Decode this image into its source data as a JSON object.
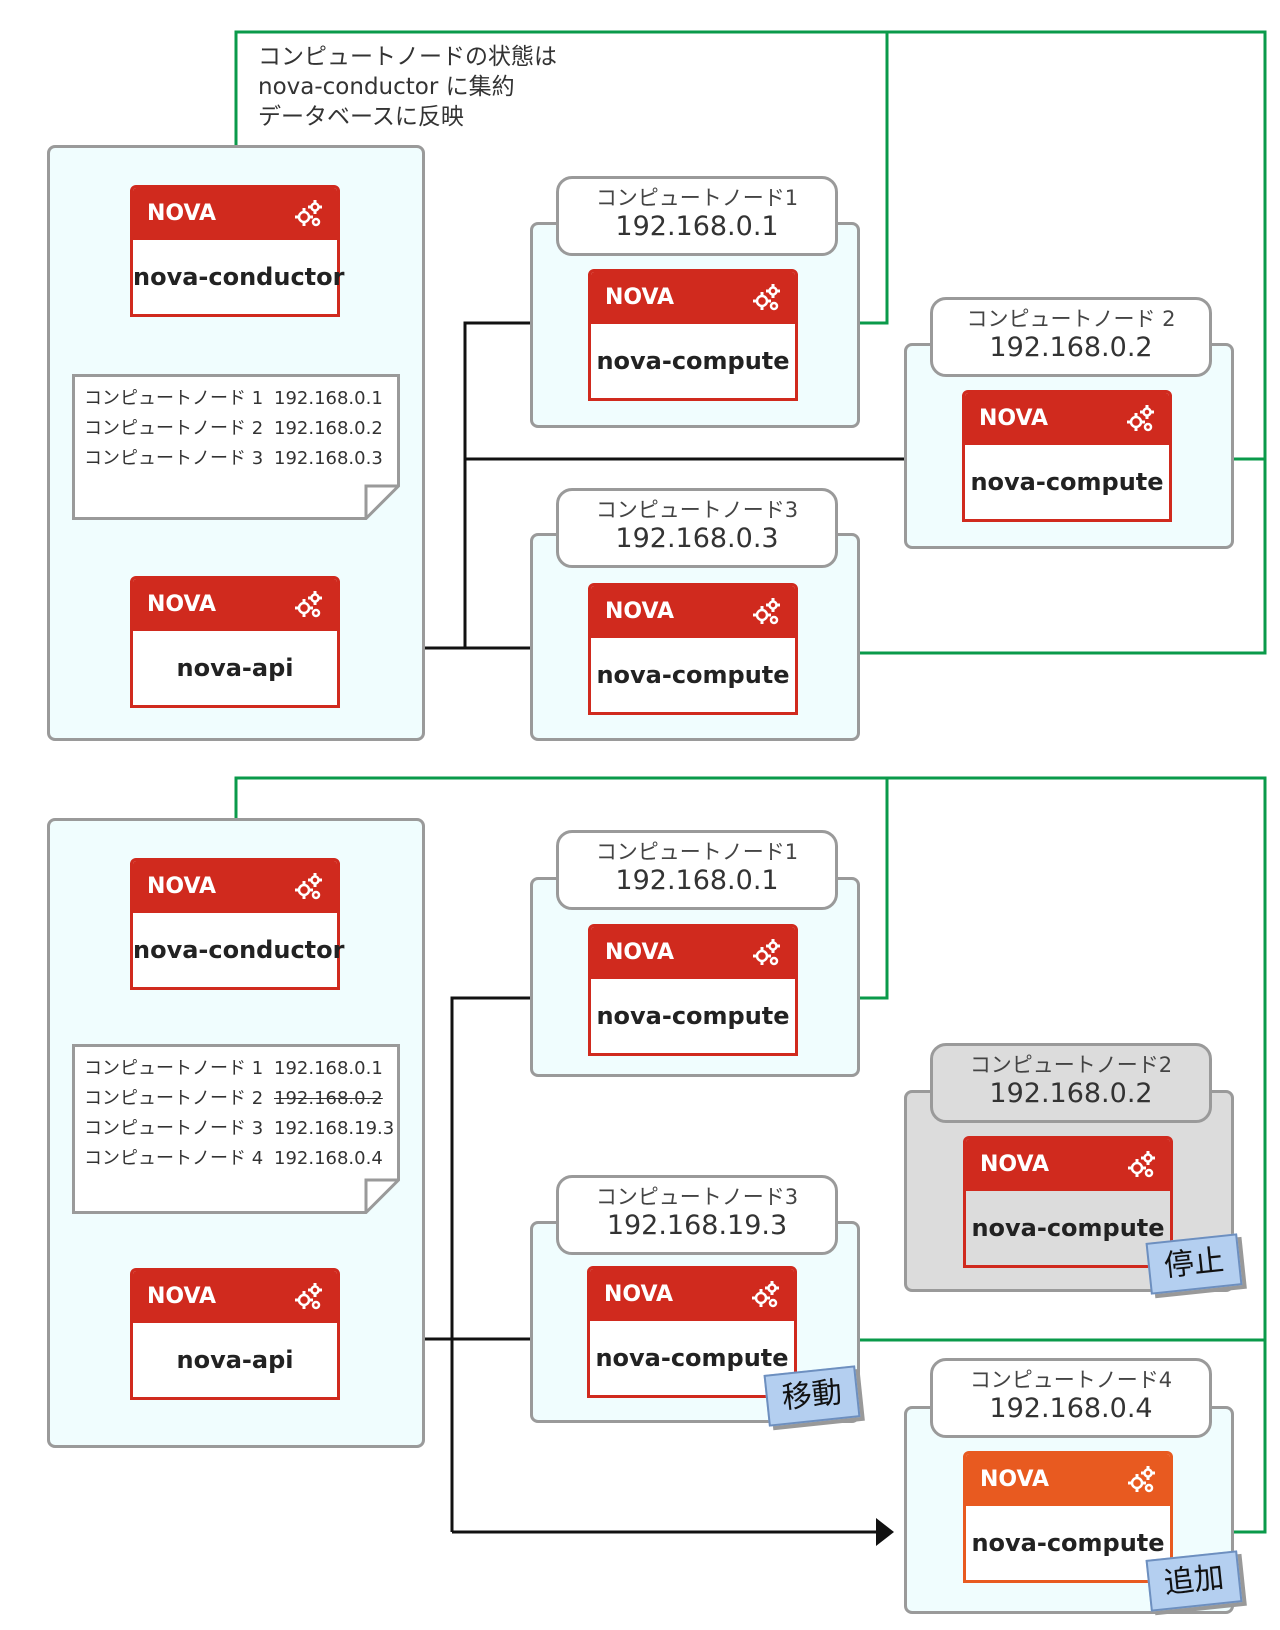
{
  "caption": {
    "line1": "コンピュートノードの状態は",
    "line2": "nova-conductor に集約",
    "line3": "データベースに反映"
  },
  "colors": {
    "nova_red": "#d02a1e",
    "nova_orange": "#e85a20",
    "green_line": "#0a9a4a",
    "panel_bg": "#f0fdfe",
    "stopped_bg": "#dcdcdc",
    "tag_bg": "#b4cff0"
  },
  "top": {
    "conductor": {
      "header": "NOVA",
      "name": "nova-conductor",
      "icon": "gears-icon"
    },
    "db": {
      "rows": [
        {
          "node": "コンピュートノード 1",
          "ip": "192.168.0.1"
        },
        {
          "node": "コンピュートノード 2",
          "ip": "192.168.0.2"
        },
        {
          "node": "コンピュートノード 3",
          "ip": "192.168.0.3"
        }
      ]
    },
    "api": {
      "header": "NOVA",
      "name": "nova-api"
    },
    "nodes": [
      {
        "label": "コンピュートノード1",
        "ip": "192.168.0.1",
        "header": "NOVA",
        "service": "nova-compute"
      },
      {
        "label": "コンピュートノード 2",
        "ip": "192.168.0.2",
        "header": "NOVA",
        "service": "nova-compute"
      },
      {
        "label": "コンピュートノード3",
        "ip": "192.168.0.3",
        "header": "NOVA",
        "service": "nova-compute"
      }
    ]
  },
  "bottom": {
    "conductor": {
      "header": "NOVA",
      "name": "nova-conductor"
    },
    "db": {
      "rows": [
        {
          "node": "コンピュートノード 1",
          "ip": "192.168.0.1"
        },
        {
          "node": "コンピュートノード 2",
          "ip": "192.168.0.2",
          "struck": true
        },
        {
          "node": "コンピュートノード 3",
          "ip": "192.168.19.3"
        },
        {
          "node": "コンピュートノード 4",
          "ip": "192.168.0.4"
        }
      ]
    },
    "api": {
      "header": "NOVA",
      "name": "nova-api"
    },
    "nodes": [
      {
        "label": "コンピュートノード1",
        "ip": "192.168.0.1",
        "header": "NOVA",
        "service": "nova-compute"
      },
      {
        "label": "コンピュートノード2",
        "ip": "192.168.0.2",
        "header": "NOVA",
        "service": "nova-compute",
        "tag": "停止"
      },
      {
        "label": "コンピュートノード3",
        "ip": "192.168.19.3",
        "header": "NOVA",
        "service": "nova-compute",
        "tag": "移動"
      },
      {
        "label": "コンピュートノード4",
        "ip": "192.168.0.4",
        "header": "NOVA",
        "service": "nova-compute",
        "tag": "追加"
      }
    ]
  }
}
